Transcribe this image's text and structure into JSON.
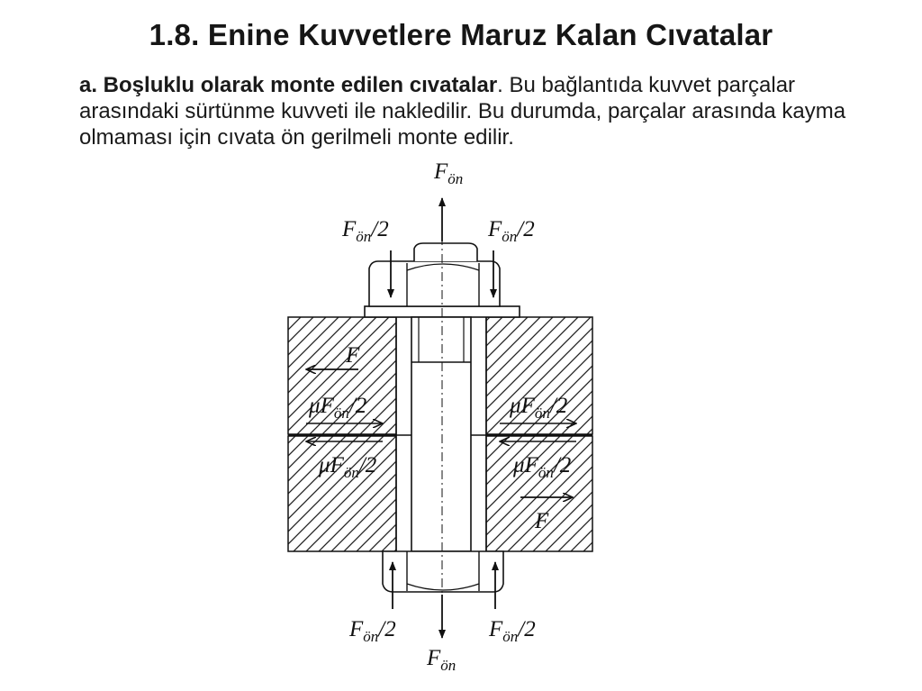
{
  "slide": {
    "title": "1.8. Enine Kuvvetlere Maruz Kalan Cıvatalar",
    "paragraph_lead": "a. Boşluklu olarak monte edilen cıvatalar",
    "paragraph_rest": ". Bu bağlantıda kuvvet parçalar arasındaki sürtünme kuvveti ile nakledilir. Bu durumda, parçalar arasında kayma olmaması için cıvata ön gerilmeli monte edilir."
  },
  "diagram": {
    "labels": {
      "F": "F",
      "on_sub": "ön",
      "half": "/2",
      "mu": "μ"
    }
  }
}
